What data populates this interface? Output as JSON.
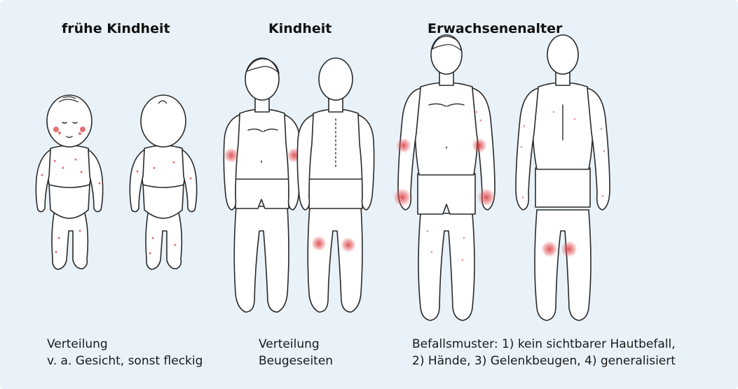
{
  "groups": [
    {
      "heading": "frühe Kindheit",
      "caption_line1": "Verteilung",
      "caption_line2": "v. a. Gesicht, sonst fleckig"
    },
    {
      "heading": "Kindheit",
      "caption_line1": "Verteilung",
      "caption_line2": "Beugeseiten"
    },
    {
      "heading": "Erwachsenenalter",
      "caption_line1": "Befallsmuster: 1) kein sichtbarer Hautbefall,",
      "caption_line2": "2) Hände, 3) Gelenkbeugen, 4) generalisiert"
    }
  ],
  "colors": {
    "panel_background": "#e9f2f8",
    "outline": "#2a2a2a",
    "skin": "#ffffff",
    "lesion": "#d9343a"
  },
  "figures": [
    {
      "name": "infant-front-figure"
    },
    {
      "name": "infant-back-figure"
    },
    {
      "name": "child-front-figure"
    },
    {
      "name": "child-back-figure"
    },
    {
      "name": "adult-front-figure"
    },
    {
      "name": "adult-back-figure"
    }
  ]
}
